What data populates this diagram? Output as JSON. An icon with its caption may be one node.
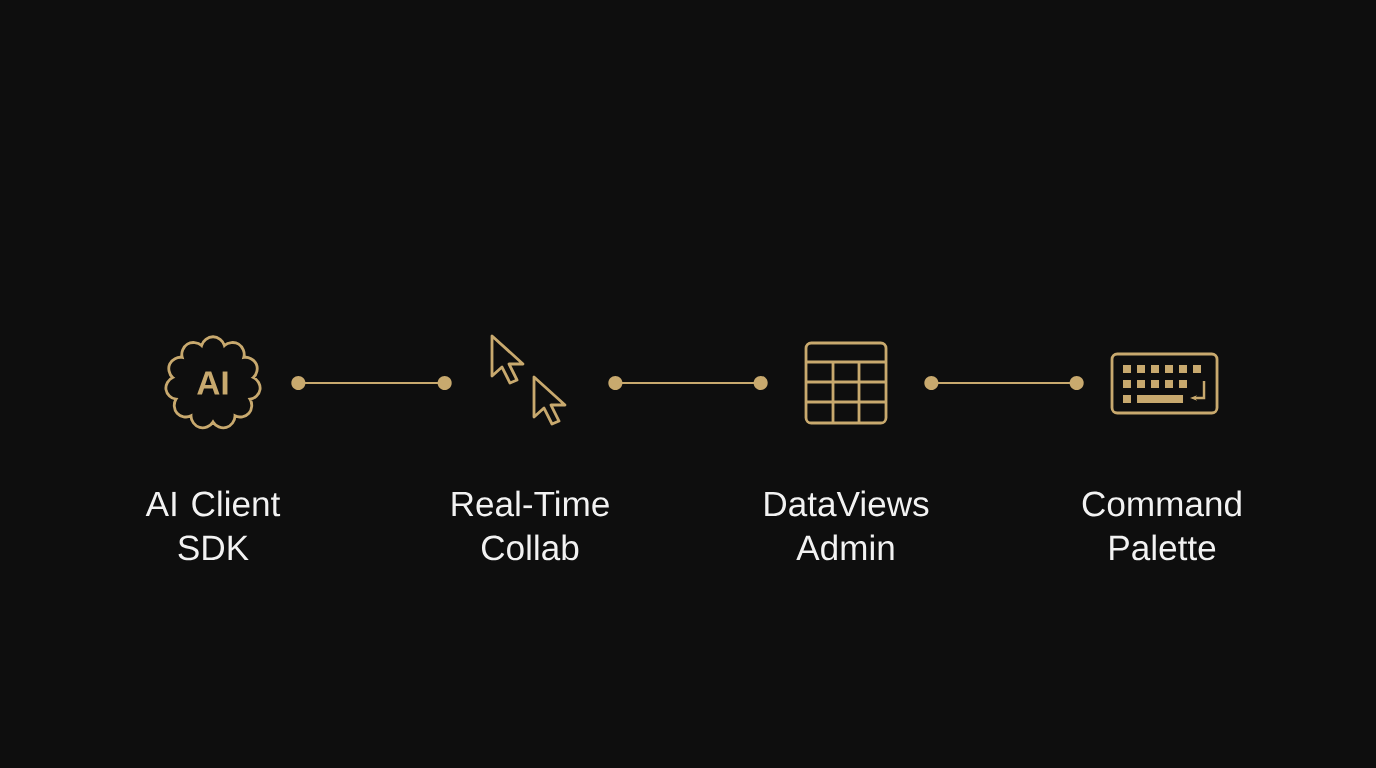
{
  "diagram": {
    "nodes": [
      {
        "text": [
          "AI Client SDK"
        ]
      },
      {
        "text": [
          "Real-Time Collab"
        ]
      },
      {
        "text": [
          "DataViews Admin"
        ]
      },
      {
        "text": [
          "Command Palette"
        ]
      }
    ],
    "edges": [
      {
        "from": 0,
        "to": 1,
        "arrow": "other"
      },
      {
        "from": 1,
        "to": 2,
        "arrow": "other"
      },
      {
        "from": 2,
        "to": 3,
        "arrow": "other"
      }
    ],
    "labels": [
      "AI"
    ]
  }
}
